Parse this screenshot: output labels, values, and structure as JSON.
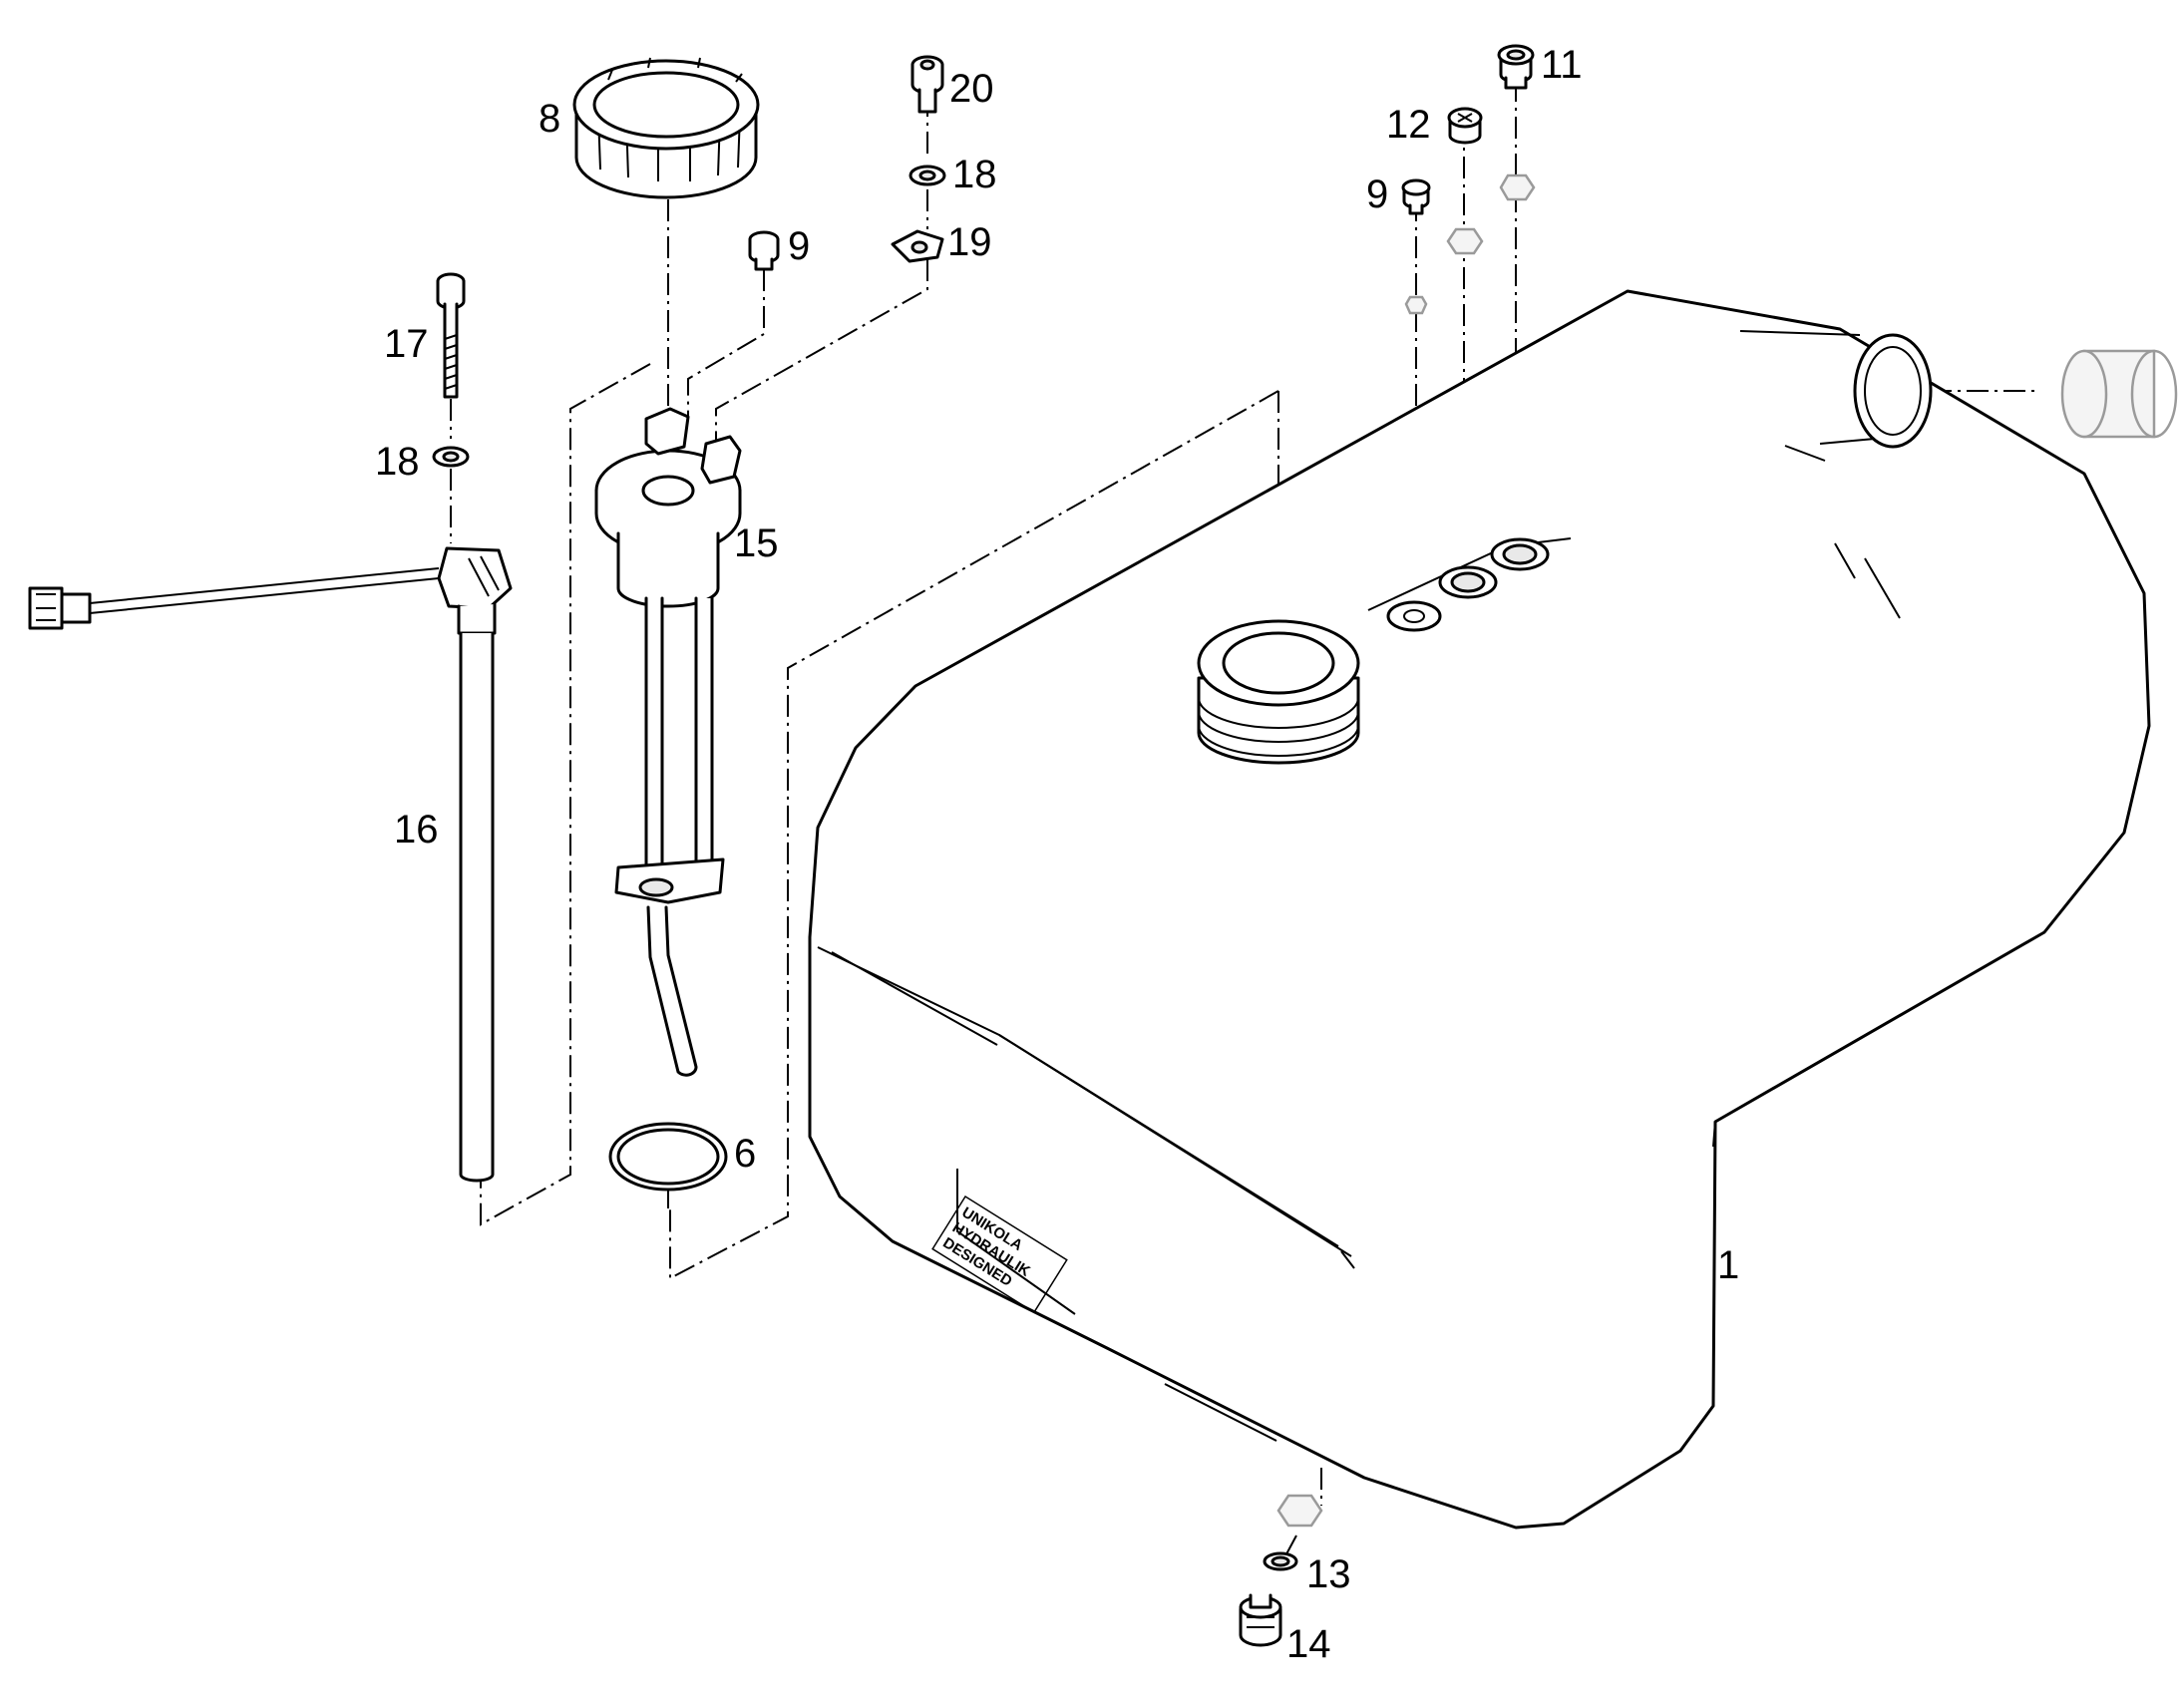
{
  "callouts": {
    "c1": "1",
    "c6": "6",
    "c8": "8",
    "c9a": "9",
    "c9b": "9",
    "c11": "11",
    "c12": "12",
    "c13": "13",
    "c14": "14",
    "c15": "15",
    "c16": "16",
    "c17": "17",
    "c18a": "18",
    "c18b": "18",
    "c19": "19",
    "c20": "20"
  }
}
